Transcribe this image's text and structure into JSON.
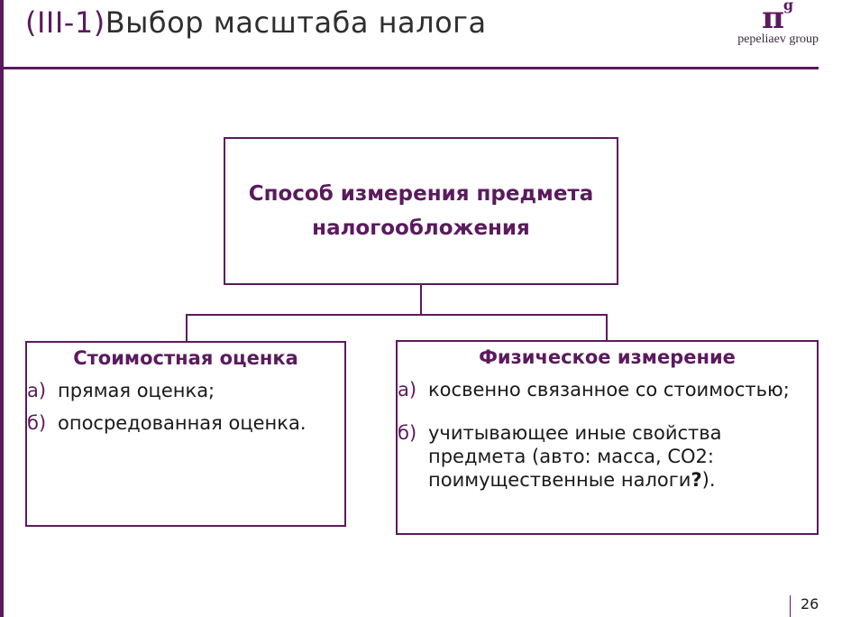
{
  "slide": {
    "title_prefix": "(III-1)",
    "title_rest": "Выбор масштаба налога",
    "page_number": "26"
  },
  "logo": {
    "symbol": "π",
    "superscript": "g",
    "text": "pepeliaev group"
  },
  "diagram": {
    "root": {
      "line1": "Способ измерения предмета",
      "line2": "налогообложения"
    },
    "left": {
      "heading": "Стоимостная оценка",
      "items": [
        {
          "marker": "а)",
          "text": "прямая оценка;"
        },
        {
          "marker": "б)",
          "text": "опосредованная оценка."
        }
      ]
    },
    "right": {
      "heading": "Физическое измерение",
      "items": [
        {
          "marker": "а)",
          "text": "косвенно связанное со стоимостью;"
        },
        {
          "marker": "б)",
          "text_before": "учитывающее иные свойства предмета (авто: масса, CO2: поимущественные налоги",
          "emphasis": "?",
          "text_after": ")."
        }
      ]
    }
  },
  "colors": {
    "accent": "#5b1a5e",
    "text": "#1a1a1a"
  }
}
